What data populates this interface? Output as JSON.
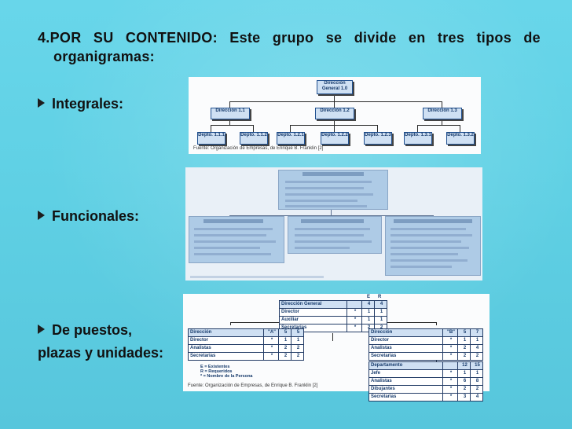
{
  "slide": {
    "heading_line1": "4.POR SU CONTENIDO: Este grupo se divide en tres tipos de",
    "heading_line2": "organigramas:",
    "bullets": [
      {
        "label": "Integrales:"
      },
      {
        "label": "Funcionales:"
      },
      {
        "label": "De puestos,"
      }
    ],
    "continuation": "plazas y unidades:"
  },
  "integral_chart": {
    "top": "Dirección General 1.0",
    "directions": [
      {
        "label": "Dirección 1.1",
        "depts": [
          "Depto. 1.1.1",
          "Depto. 1.1.2"
        ]
      },
      {
        "label": "Dirección 1.2",
        "depts": [
          "Depto. 1.2.1",
          "Depto. 1.2.2",
          "Depto. 1.2.3"
        ]
      },
      {
        "label": "Dirección 1.3",
        "depts": [
          "Depto. 1.3.1",
          "Depto. 1.3.2"
        ]
      }
    ],
    "caption": "Fuente: Organización de Empresas, de Enrique B. Franklin [2]"
  },
  "puestos_chart": {
    "col_e": "E",
    "col_r": "R",
    "top": {
      "rows": [
        {
          "name": "Dirección General",
          "m": "",
          "e": "4",
          "r": "4"
        },
        {
          "name": "Director",
          "m": "*",
          "e": "1",
          "r": "1"
        },
        {
          "name": "Auxiliar",
          "m": "*",
          "e": "1",
          "r": "1"
        },
        {
          "name": "Secretarias",
          "m": "*",
          "e": "2",
          "r": "2"
        }
      ]
    },
    "left": {
      "rows": [
        {
          "name": "Dirección",
          "m": "\"A\"",
          "e": "5",
          "r": "5"
        },
        {
          "name": "Director",
          "m": "*",
          "e": "1",
          "r": "1"
        },
        {
          "name": "Analistas",
          "m": "*",
          "e": "2",
          "r": "2"
        },
        {
          "name": "Secretarias",
          "m": "*",
          "e": "2",
          "r": "2"
        }
      ]
    },
    "right": {
      "rows": [
        {
          "name": "Dirección",
          "m": "\"B\"",
          "e": "5",
          "r": "7"
        },
        {
          "name": "Director",
          "m": "*",
          "e": "1",
          "r": "1"
        },
        {
          "name": "Analistas",
          "m": "*",
          "e": "2",
          "r": "4"
        },
        {
          "name": "Secretarias",
          "m": "*",
          "e": "2",
          "r": "2"
        }
      ]
    },
    "bottom": {
      "rows": [
        {
          "name": "Departamento",
          "m": "",
          "e": "12",
          "r": "15"
        },
        {
          "name": "Jefe",
          "m": "*",
          "e": "1",
          "r": "1"
        },
        {
          "name": "Analistas",
          "m": "*",
          "e": "6",
          "r": "8"
        },
        {
          "name": "Dibujantes",
          "m": "*",
          "e": "2",
          "r": "2"
        },
        {
          "name": "Secretarias",
          "m": "*",
          "e": "3",
          "r": "4"
        }
      ]
    },
    "legend": [
      "E = Existentes",
      "R = Requeridos",
      "* = Nombre de la Persona"
    ],
    "caption": "Fuente: Organización de Empresas, de Enrique B. Franklin [2]"
  }
}
